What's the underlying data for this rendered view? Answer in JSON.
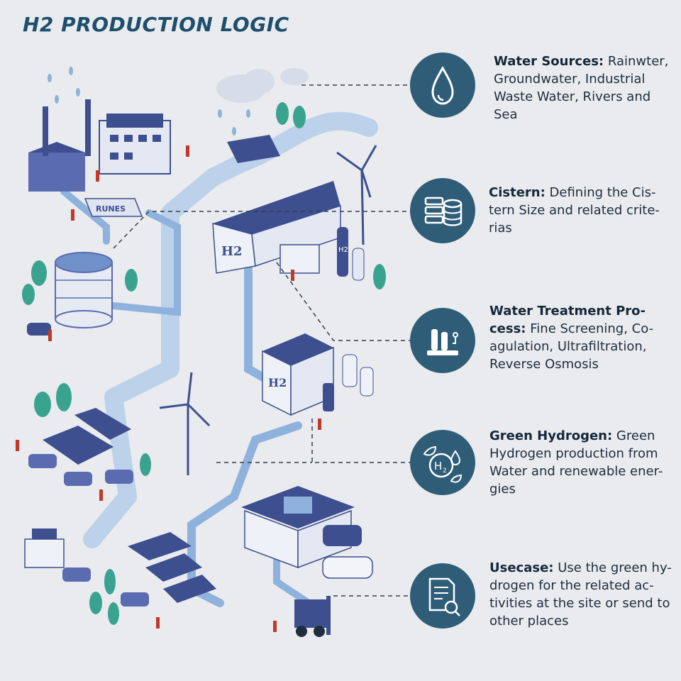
{
  "title": "H2 PRODUCTION LOGIC",
  "steps": [
    {
      "head": "Water Sources:",
      "text": "Rainwter, Groundwater, Industrial Waste Water, Rivers and Sea",
      "icon": "water-drop-icon"
    },
    {
      "head": "Cistern:",
      "text": "Defining the Cis- tern Size and related crite- rias",
      "icon": "cistern-database-icon"
    },
    {
      "head": "Water Treatment Pro- cess:",
      "text": "Fine Screening, Co- agulation, Ultrafiltration, Reverse Osmosis",
      "icon": "treatment-plant-icon"
    },
    {
      "head": "Green Hydrogen:",
      "text": "Green Hydrogen production from Water and renewable ener- gies",
      "icon": "h2-molecule-icon"
    },
    {
      "head": "Usecase:",
      "text": "Use the green hy- drogen for the related ac- tivities at the site or send to other places",
      "icon": "document-search-icon"
    }
  ],
  "scene_labels": {
    "sign": "RUNES",
    "h2_building": "H2",
    "h2_tank": "H2",
    "treatment_building": "H2"
  },
  "colors": {
    "icon_circle": "#2f5d78",
    "title": "#1e4e6c",
    "pipe": "#7fa6d3",
    "building": "#3d4f8f",
    "accent_person": "#c0392b"
  }
}
